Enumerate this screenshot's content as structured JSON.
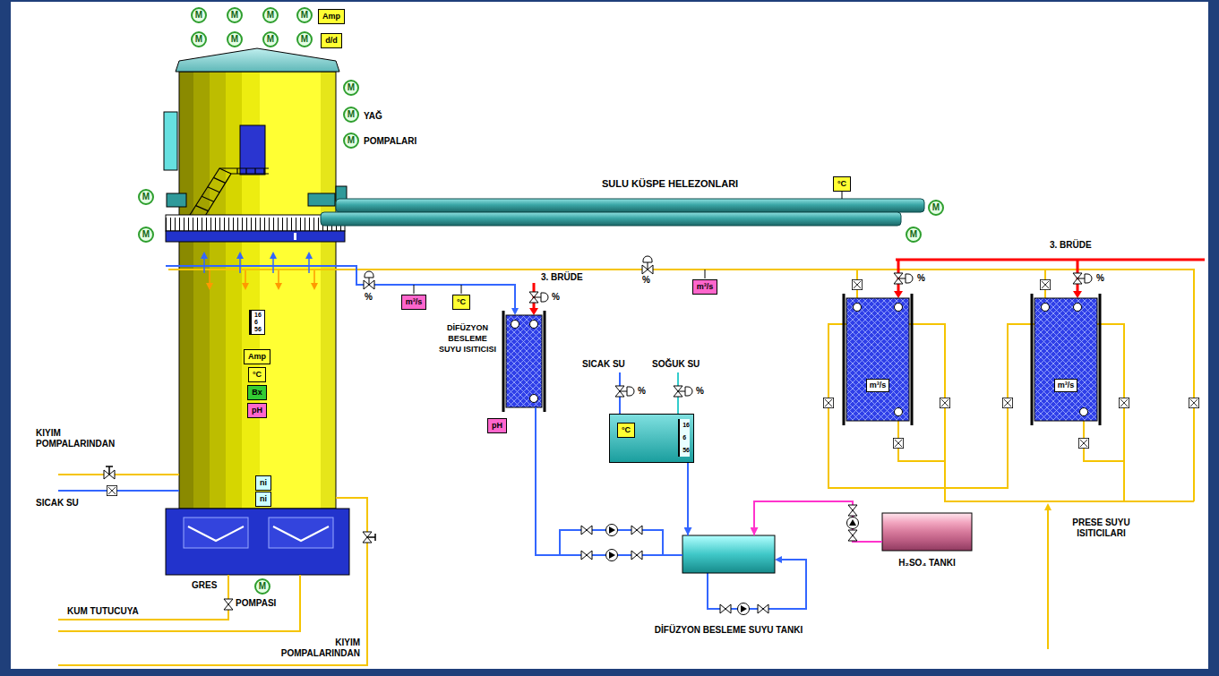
{
  "diagram": {
    "nodes": [
      {
        "text": [
          "M"
        ]
      },
      {
        "text": [
          "M"
        ]
      },
      {
        "text": [
          "M"
        ]
      },
      {
        "text": [
          "M"
        ]
      },
      {
        "text": [
          "Amp"
        ]
      },
      {
        "text": [
          "M"
        ]
      },
      {
        "text": [
          "M"
        ]
      },
      {
        "text": [
          "M"
        ]
      },
      {
        "text": [
          "M"
        ]
      },
      {
        "text": [
          "d/d"
        ]
      },
      {
        "text": [
          "M"
        ]
      },
      {
        "text": [
          "M"
        ]
      },
      {
        "text": [
          "M"
        ]
      },
      {
        "text": [
          "°C"
        ]
      },
      {
        "text": [
          "M"
        ]
      },
      {
        "text": [
          "M"
        ]
      },
      {
        "text": [
          "M"
        ]
      },
      {
        "text": [
          "M"
        ]
      },
      {
        "text": [
          "m³/s"
        ]
      },
      {
        "text": [
          "°C"
        ]
      },
      {
        "text": [
          "m³/s"
        ]
      },
      {
        "text": [
          "DİFÜZYON BESLEME SUYU ISITICISI"
        ]
      },
      {
        "text": [
          "m³/s"
        ]
      },
      {
        "text": [
          "m³/s"
        ]
      },
      {
        "text": [
          "16",
          "6",
          "56"
        ]
      },
      {
        "text": [
          "Amp"
        ]
      },
      {
        "text": [
          "°C"
        ]
      },
      {
        "text": [
          "Bx"
        ]
      },
      {
        "text": [
          "pH"
        ]
      },
      {
        "text": [
          "16",
          "6",
          "56"
        ]
      },
      {
        "text": [
          "°C"
        ],
        "in": 29
      },
      {
        "text": [
          "pH"
        ]
      },
      {
        "text": [
          "ni"
        ]
      },
      {
        "text": [
          "ni"
        ]
      },
      {
        "text": [
          "M"
        ]
      },
      {
        "text": [
          "DİFÜZYON BESLEME SUYU TANKI"
        ]
      },
      {
        "text": [
          "H₂SO₄ TANKI"
        ]
      }
    ],
    "edges": [
      {
        "from": 29,
        "to": 35,
        "arrow": "to"
      },
      {
        "from": 36,
        "to": 35,
        "arrow": "to"
      },
      {
        "from": 35,
        "to": 21,
        "arrow": "none"
      }
    ],
    "labels": [
      "YAĞ POMPALARI",
      "SULU KÜSPE HELEZONLARI",
      "3. BRÜDE",
      "3. BRÜDE",
      "%",
      "%",
      "%",
      "SICAK SU",
      "SOĞUK SU",
      "%",
      "%",
      "%",
      "%",
      "PRESE SUYU ISITICILARI",
      "KIYIM POMPALARINDAN",
      "SICAK SU",
      "GRES",
      "POMPASI",
      "KUM TUTUCUYA",
      "KIYIM POMPALARINDAN"
    ]
  }
}
